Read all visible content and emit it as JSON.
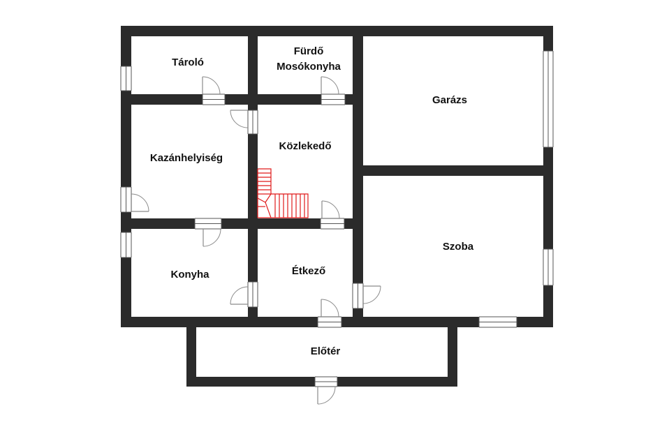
{
  "plan": {
    "rooms": [
      {
        "id": "taroló",
        "lines": [
          "Tároló"
        ]
      },
      {
        "id": "furdo",
        "lines": [
          "Fürdő",
          "Mosókonyha"
        ]
      },
      {
        "id": "garazs",
        "lines": [
          "Garázs"
        ]
      },
      {
        "id": "kazan",
        "lines": [
          "Kazánhelyiség"
        ]
      },
      {
        "id": "kozlekedo",
        "lines": [
          "Közlekedő"
        ]
      },
      {
        "id": "szoba",
        "lines": [
          "Szoba"
        ]
      },
      {
        "id": "konyha",
        "lines": [
          "Konyha"
        ]
      },
      {
        "id": "etkezo",
        "lines": [
          "Étkező"
        ]
      },
      {
        "id": "eloter",
        "lines": [
          "Előtér"
        ]
      }
    ],
    "colors": {
      "wall": "#2b2b2b",
      "stair": "#e01b1b",
      "door": "#8a8a8a",
      "background": "#ffffff"
    },
    "icons": [
      "door-swing-icon",
      "window-icon",
      "staircase-icon"
    ]
  }
}
